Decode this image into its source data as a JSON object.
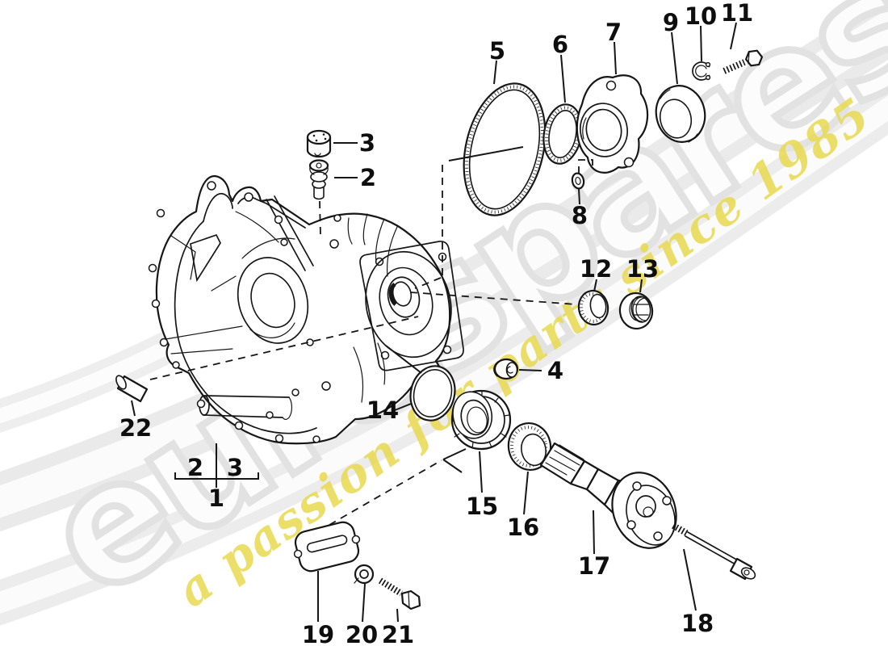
{
  "figure": {
    "type": "exploded-parts-diagram",
    "subject": "Transmission replacement case with covers, seals, bearings and fasteners",
    "background": "#ffffff",
    "line_color": "#161616"
  },
  "watermark": {
    "brand_text": "eurospares",
    "tagline_text": "a passion for parts since 1985",
    "tagline_color": "#e8da4f",
    "brand_outline_color": "#e2e2e2",
    "band_color": "#eaeaea"
  },
  "callouts": {
    "c1": {
      "label": "1"
    },
    "c2": {
      "label": "2"
    },
    "c3": {
      "label": "3"
    },
    "c4": {
      "label": "4"
    },
    "c5": {
      "label": "5"
    },
    "c6": {
      "label": "6"
    },
    "c7": {
      "label": "7"
    },
    "c8": {
      "label": "8"
    },
    "c9": {
      "label": "9"
    },
    "c10": {
      "label": "10"
    },
    "c11": {
      "label": "11"
    },
    "c12": {
      "label": "12"
    },
    "c13": {
      "label": "13"
    },
    "c14": {
      "label": "14"
    },
    "c15": {
      "label": "15"
    },
    "c16": {
      "label": "16"
    },
    "c17": {
      "label": "17"
    },
    "c18": {
      "label": "18"
    },
    "c19": {
      "label": "19"
    },
    "c20": {
      "label": "20"
    },
    "c21": {
      "label": "21"
    },
    "c22": {
      "label": "22"
    },
    "bracket_left": {
      "label": "2"
    },
    "bracket_right": {
      "label": "3"
    }
  }
}
